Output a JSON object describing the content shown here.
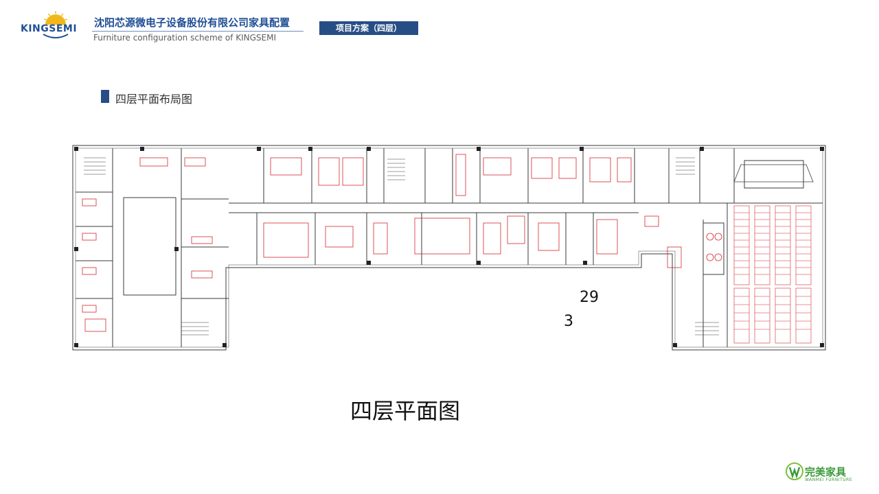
{
  "header": {
    "logo_text": "KINGSEMI",
    "title_cn": "沈阳芯源微电子设备股份有限公司家具配置",
    "title_en": "Furniture configuration scheme of KINGSEMI",
    "tag": "项目方案（四层）"
  },
  "section": {
    "title": "四层平面布局图"
  },
  "annotations": {
    "number_1": "29",
    "number_2": "3"
  },
  "caption": "四层平面图",
  "footer": {
    "logo_cn": "完美家具",
    "logo_en": "WANMEI FURNITURE"
  },
  "colors": {
    "brand_blue": "#274d85",
    "plan_line": "#3a3a3a",
    "furniture_red": "#d6262b",
    "logo_green": "#3c9a3a"
  }
}
